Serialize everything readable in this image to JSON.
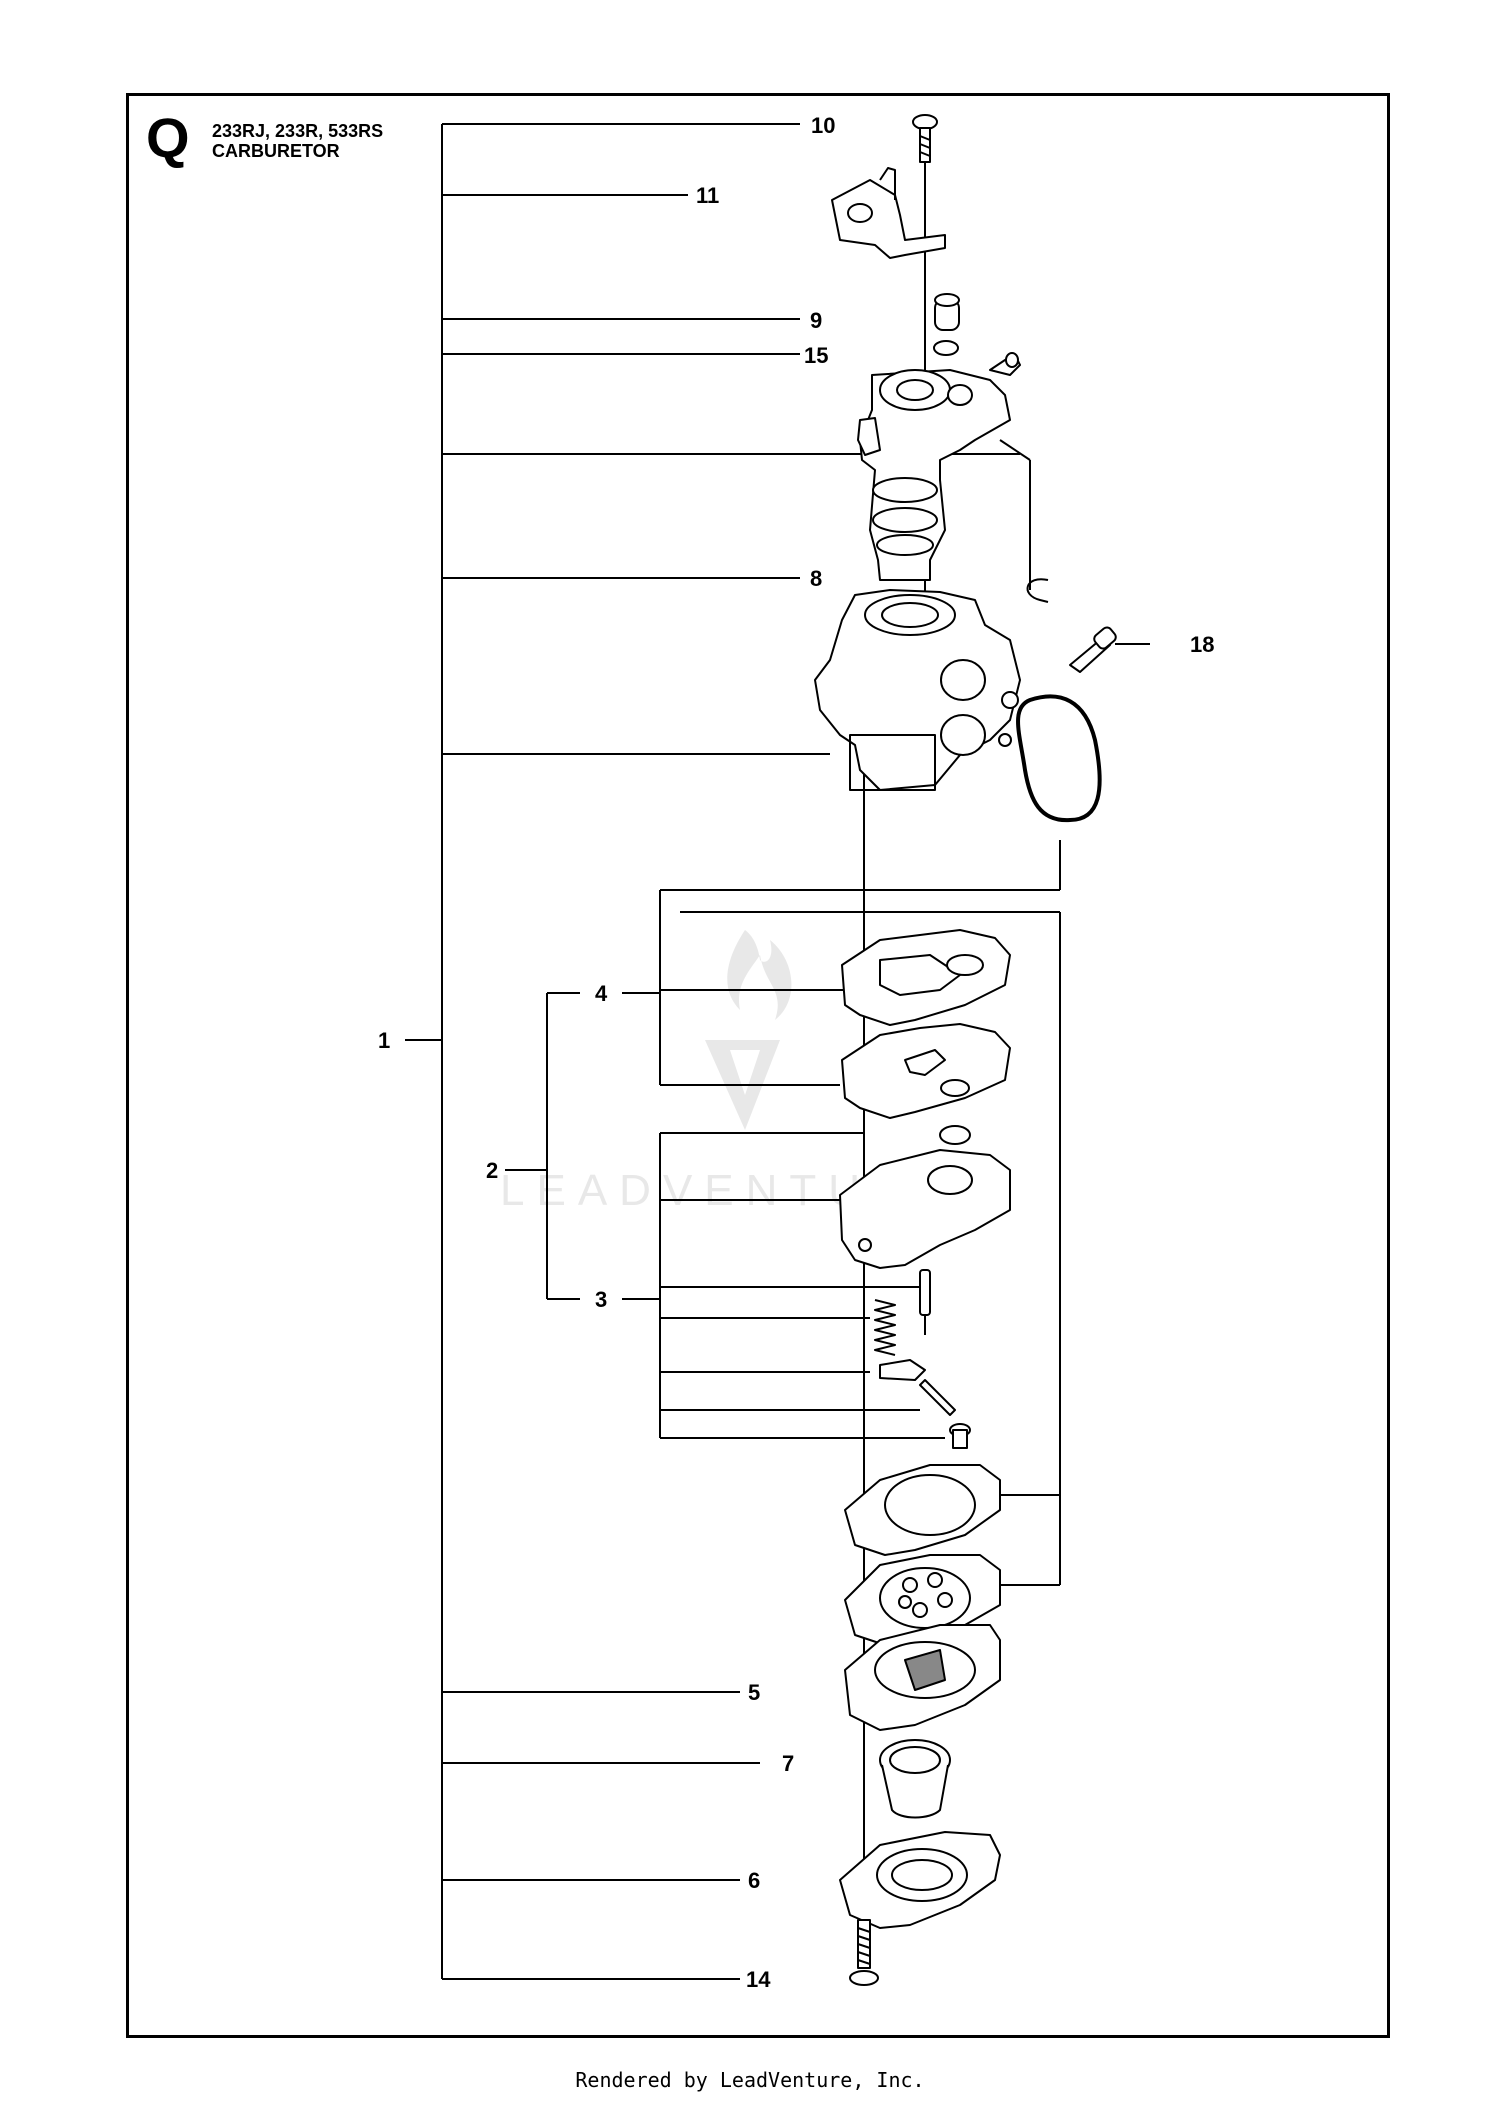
{
  "header": {
    "section_letter": "Q",
    "models": "233RJ, 233R, 533RS",
    "title": "CARBURETOR"
  },
  "callouts": [
    {
      "id": "c10",
      "label": "10"
    },
    {
      "id": "c11",
      "label": "11"
    },
    {
      "id": "c9",
      "label": "9"
    },
    {
      "id": "c15",
      "label": "15"
    },
    {
      "id": "c8",
      "label": "8"
    },
    {
      "id": "c18",
      "label": "18"
    },
    {
      "id": "c1",
      "label": "1"
    },
    {
      "id": "c4",
      "label": "4"
    },
    {
      "id": "c2",
      "label": "2"
    },
    {
      "id": "c3",
      "label": "3"
    },
    {
      "id": "c5",
      "label": "5"
    },
    {
      "id": "c7",
      "label": "7"
    },
    {
      "id": "c6",
      "label": "6"
    },
    {
      "id": "c14",
      "label": "14"
    }
  ],
  "watermark": {
    "text": "LEADVENTURE"
  },
  "footer": {
    "text": "Rendered by LeadVenture, Inc."
  }
}
